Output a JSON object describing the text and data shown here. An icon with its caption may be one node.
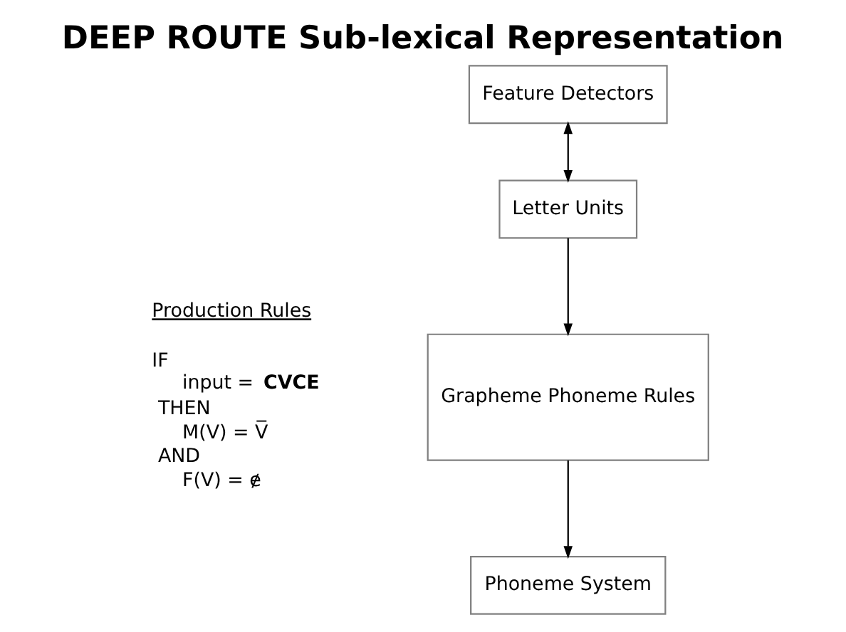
{
  "diagram": {
    "title": "DEEP ROUTE Sub-lexical Representation",
    "nodes": [
      {
        "text": [
          "Feature Detectors"
        ]
      },
      {
        "text": [
          "Letter Units"
        ]
      },
      {
        "text": [
          "Grapheme Phoneme Rules"
        ]
      },
      {
        "text": [
          "Phoneme System"
        ]
      }
    ],
    "edges": [
      {
        "from": 0,
        "to": 1,
        "arrow": "both"
      },
      {
        "from": 1,
        "to": 2,
        "arrow": "to"
      },
      {
        "from": 2,
        "to": 3,
        "arrow": "to"
      }
    ],
    "labels": [
      "Production Rules",
      "IF",
      "input = **CVCE**",
      "THEN",
      "M(V) = V̅",
      "AND",
      "F(V) = ɇ"
    ]
  }
}
